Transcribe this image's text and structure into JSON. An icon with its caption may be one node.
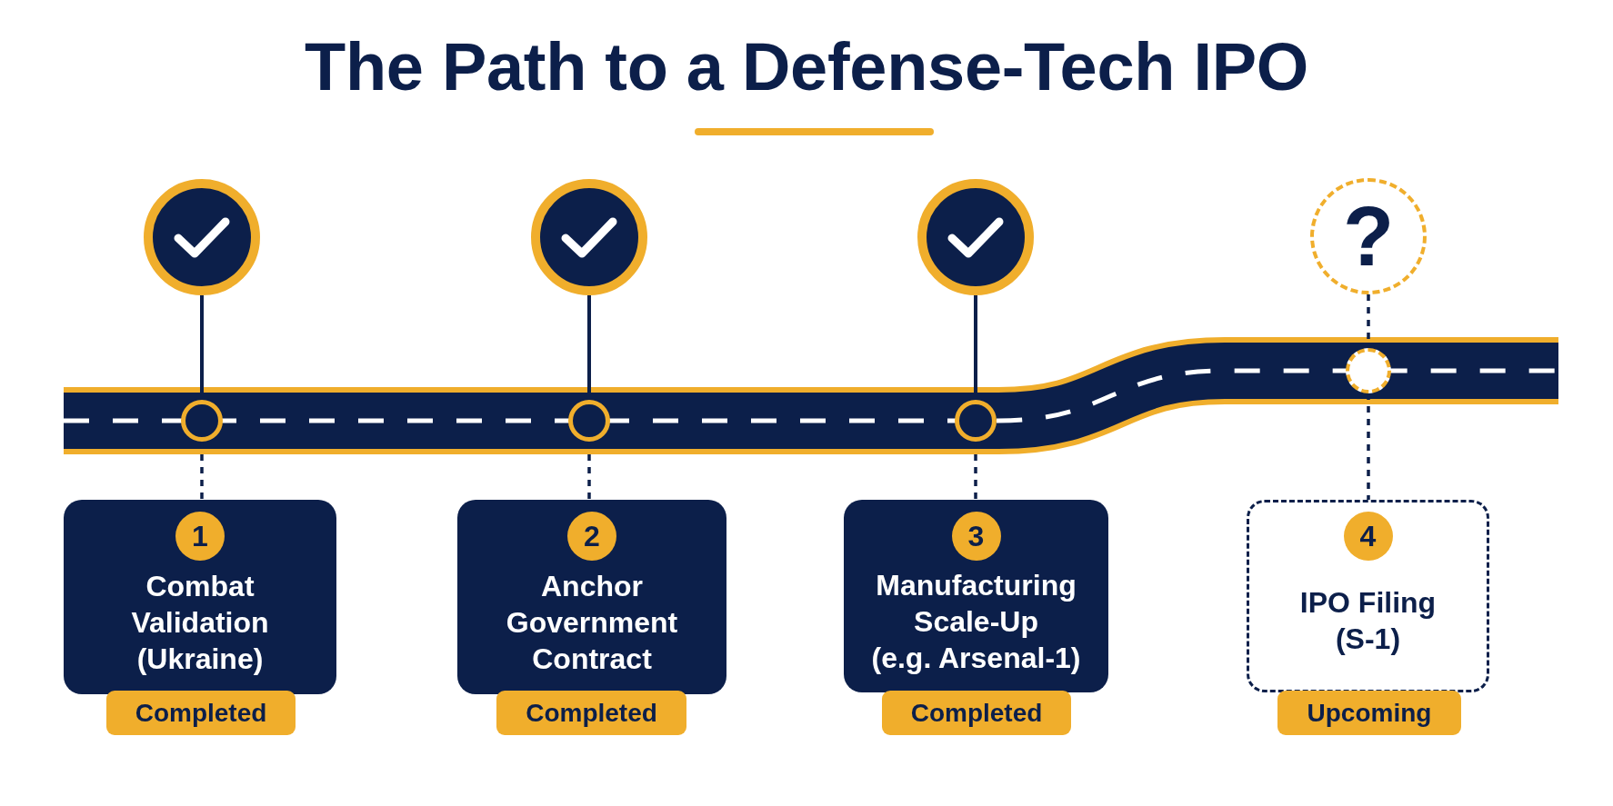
{
  "diagram": {
    "title": "The Path to a Defense-Tech IPO",
    "nodes": [
      {
        "text": [],
        "shape": "circle"
      },
      {
        "text": [],
        "shape": "circle"
      },
      {
        "text": [],
        "shape": "circle"
      },
      {
        "text": [
          "?"
        ]
      },
      {
        "text": [],
        "shape": "circle"
      },
      {
        "text": [],
        "shape": "circle"
      },
      {
        "text": [],
        "shape": "circle"
      },
      {
        "text": [],
        "shape": "circle"
      },
      {
        "text": [
          "Combat Validation (Ukraine)"
        ]
      },
      {
        "text": [
          "1"
        ],
        "in": 8
      },
      {
        "text": [
          "Completed"
        ]
      },
      {
        "text": [
          "Anchor Government Contract"
        ]
      },
      {
        "text": [
          "2"
        ],
        "in": 11
      },
      {
        "text": [
          "Completed"
        ]
      },
      {
        "text": [
          "Manufacturing Scale-Up (e.g. Arsenal-1)"
        ]
      },
      {
        "text": [
          "3"
        ],
        "in": 14
      },
      {
        "text": [
          "Completed"
        ]
      },
      {
        "text": [
          "IPO Filing (S-1)"
        ]
      },
      {
        "text": [
          "4"
        ],
        "in": 17
      },
      {
        "text": [
          "Upcoming"
        ]
      }
    ],
    "edges": [
      {
        "from": 0,
        "to": 4,
        "arrow": "none"
      },
      {
        "from": 4,
        "to": 8,
        "arrow": "none",
        "style": "dashed"
      },
      {
        "from": 1,
        "to": 5,
        "arrow": "none"
      },
      {
        "from": 5,
        "to": 11,
        "arrow": "none",
        "style": "dashed"
      },
      {
        "from": 2,
        "to": 6,
        "arrow": "none"
      },
      {
        "from": 6,
        "to": 14,
        "arrow": "none",
        "style": "dashed"
      },
      {
        "from": 3,
        "to": 7,
        "arrow": "none",
        "style": "dashed"
      },
      {
        "from": 7,
        "to": 17,
        "arrow": "none",
        "style": "dashed"
      }
    ]
  }
}
